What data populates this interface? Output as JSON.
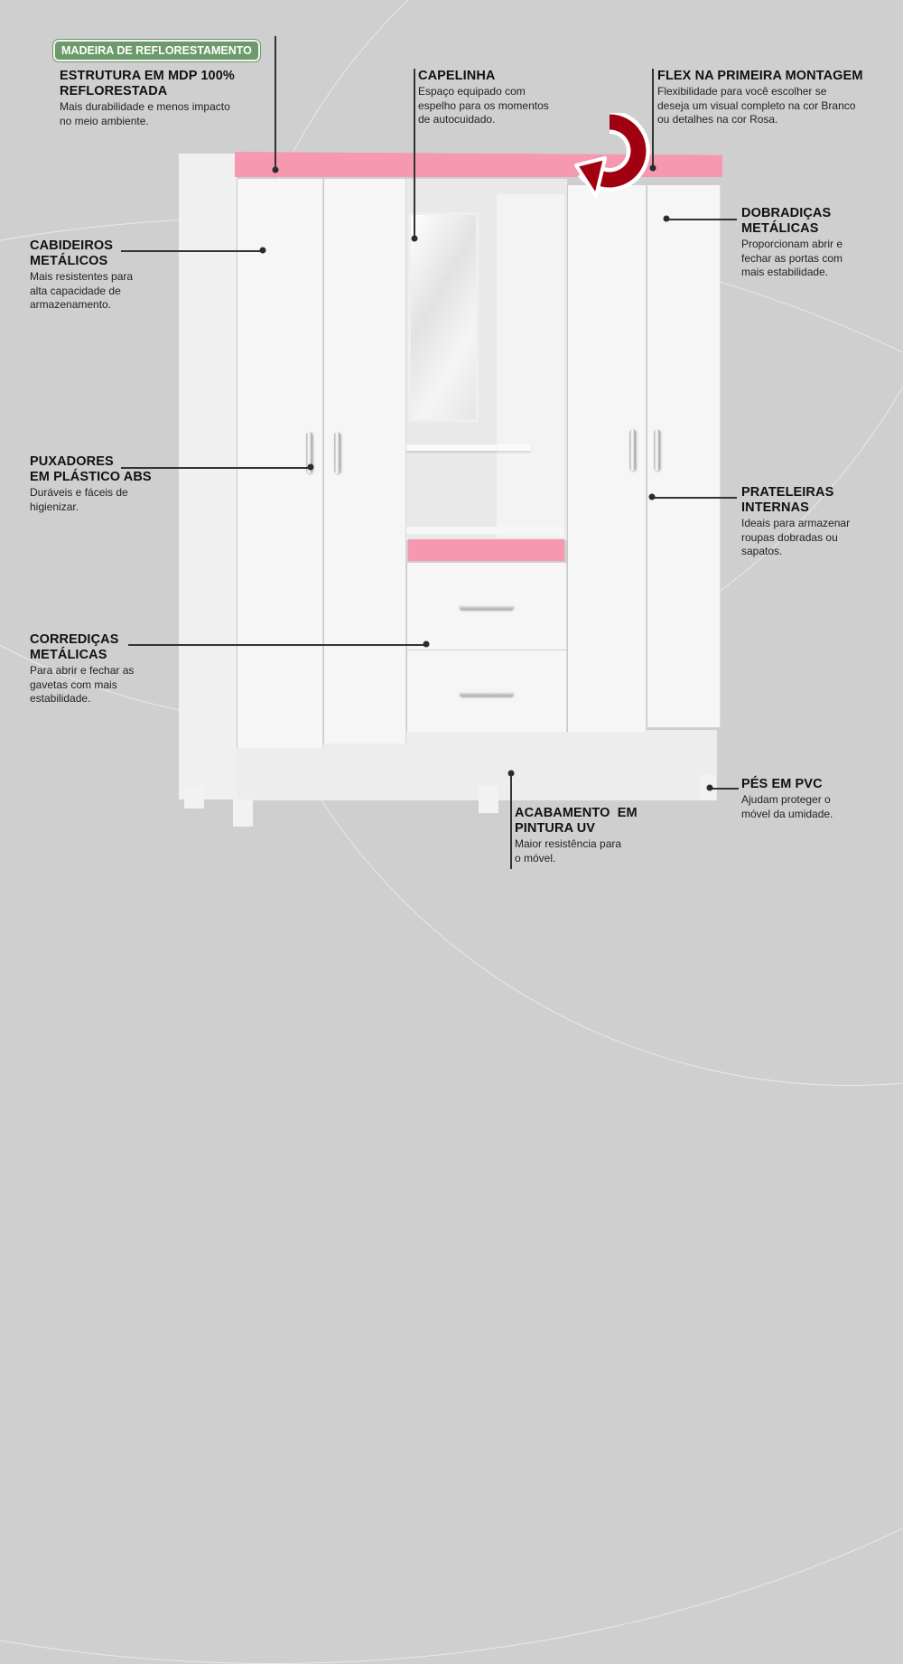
{
  "badge": {
    "label": "MADEIRA DE REFLORESTAMENTO",
    "color": "#6c9a6a"
  },
  "colors": {
    "background": "#cfcfcf",
    "pink_accent": "#f598b0",
    "flex_icon": "#a00010",
    "furniture_white": "#f6f6f6"
  },
  "features": {
    "estrutura": {
      "title_line1": "ESTRUTURA EM MDP 100%",
      "title_line2": "REFLORESTADA",
      "desc_line1": "Mais durabilidade e menos impacto",
      "desc_line2": "no meio ambiente."
    },
    "capelinha": {
      "title_line1": "CAPELINHA",
      "desc_line1": "Espaço equipado com",
      "desc_line2": "espelho para os momentos",
      "desc_line3": "de autocuidado."
    },
    "flex": {
      "title_line1": "FLEX NA PRIMEIRA MONTAGEM",
      "desc_line1": "Flexibilidade para você escolher se",
      "desc_line2": "deseja um visual completo na cor Branco",
      "desc_line3": "ou detalhes na cor Rosa.",
      "icon": "rotate-arrow-icon"
    },
    "dobradicas": {
      "title_line1": "DOBRADIÇAS",
      "title_line2": "METÁLICAS",
      "desc_line1": "Proporcionam abrir e",
      "desc_line2": "fechar as portas com",
      "desc_line3": "mais estabilidade."
    },
    "cabideiros": {
      "title_line1": "CABIDEIROS",
      "title_line2": "METÁLICOS",
      "desc_line1": "Mais resistentes para",
      "desc_line2": "alta capacidade de",
      "desc_line3": "armazenamento."
    },
    "puxadores": {
      "title_line1": "PUXADORES",
      "title_line2": "EM PLÁSTICO ABS",
      "desc_line1": "Duráveis e fáceis de",
      "desc_line2": "higienizar."
    },
    "prateleiras": {
      "title_line1": "PRATELEIRAS",
      "title_line2": "INTERNAS",
      "desc_line1": "Ideais para armazenar",
      "desc_line2": "roupas dobradas ou",
      "desc_line3": "sapatos."
    },
    "corredicas": {
      "title_line1": "CORREDIÇAS",
      "title_line2": "METÁLICAS",
      "desc_line1": "Para abrir e fechar as",
      "desc_line2": "gavetas com mais",
      "desc_line3": "estabilidade."
    },
    "pes": {
      "title_line1": "PÉS EM PVC",
      "desc_line1": "Ajudam proteger o",
      "desc_line2": "móvel da umidade."
    },
    "acabamento": {
      "title_line1": "ACABAMENTO  EM",
      "title_line2": "PINTURA UV",
      "desc_line1": "Maior resistência para",
      "desc_line2": "o móvel."
    }
  },
  "product": {
    "name": "wardrobe",
    "doors": 4,
    "drawers": 2,
    "has_mirror": true
  }
}
